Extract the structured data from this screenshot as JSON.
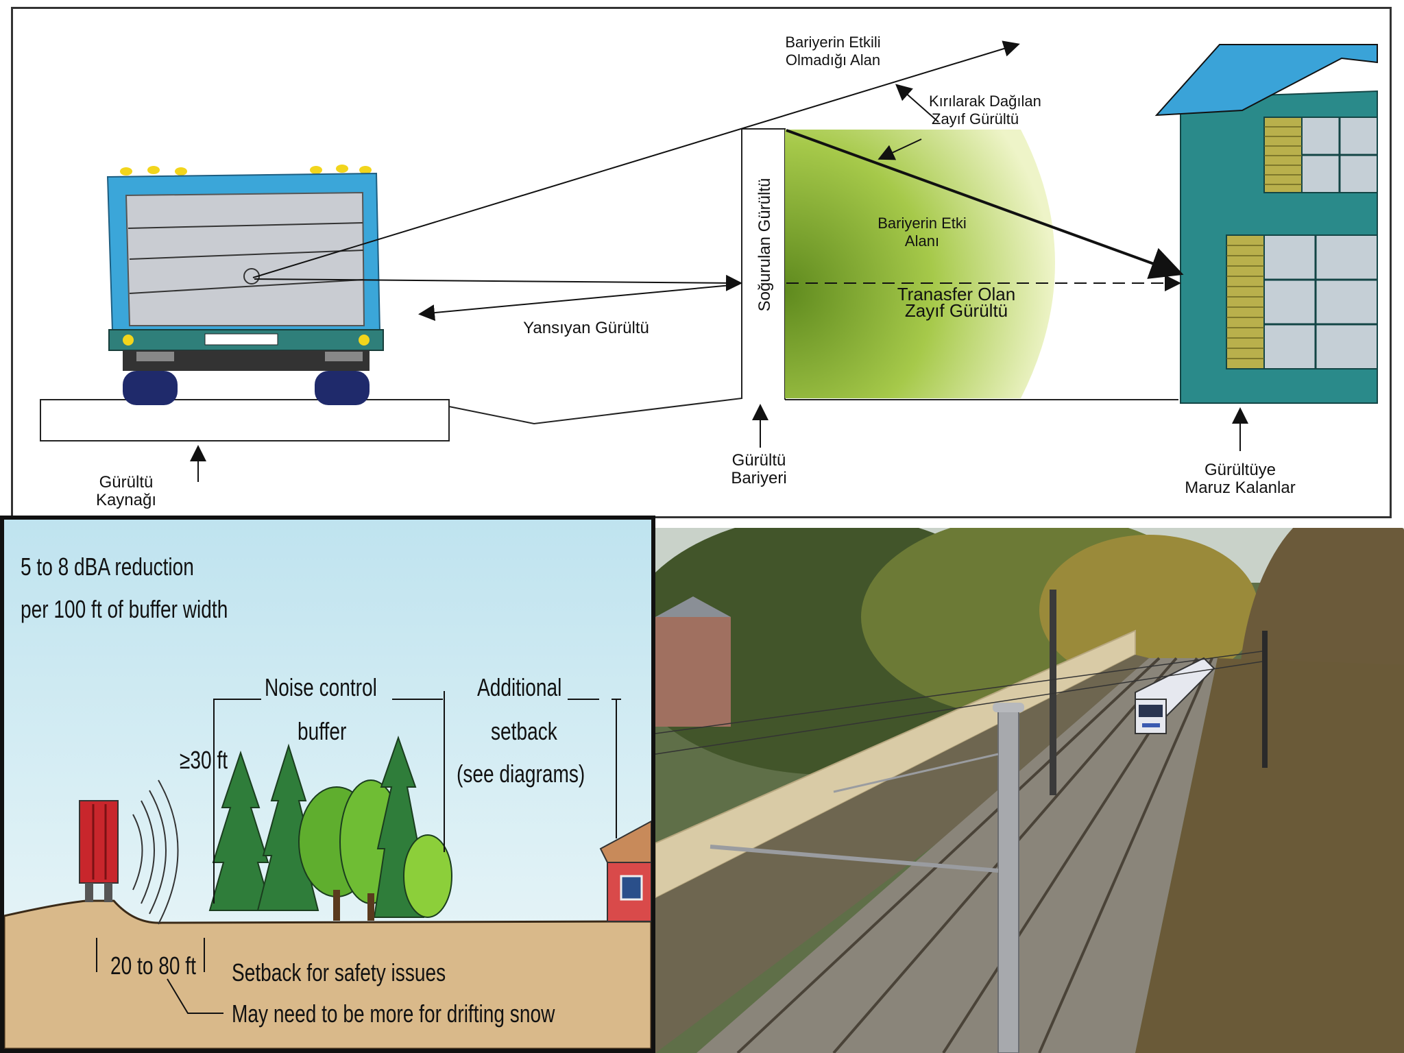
{
  "top_diagram": {
    "labels": {
      "ineffective_area_1": "Bariyerin Etkili",
      "ineffective_area_2": "Olmadığı Alan",
      "diffracted_1": "Kırılarak Dağılan",
      "diffracted_2": "Zayıf Gürültü",
      "effect_area_1": "Bariyerin Etki",
      "effect_area_2": "Alanı",
      "transferred_1": "Tranasfer Olan",
      "transferred_2": "Zayıf Gürültü",
      "absorbed": "Soğurulan Gürültü",
      "reflected": "Yansıyan Gürültü",
      "source_1": "Gürültü",
      "source_2": "Kaynağı",
      "barrier_1": "Gürültü",
      "barrier_2": "Bariyeri",
      "exposed_1": "Gürültüye",
      "exposed_2": "Maruz Kalanlar"
    },
    "colors": {
      "truck_blue": "#3ba6d9",
      "truck_gray": "#c9ccd2",
      "bumper": "#2f7f7a",
      "wheel": "#1f2a6b",
      "light_yellow": "#f2d51c",
      "gradient_green": "#a6c94a",
      "house_teal": "#2a8a8a",
      "roof_blue": "#3aa3d8",
      "shutter_olive": "#b9b04c"
    }
  },
  "buffer_diagram": {
    "reduction_line1": "5 to 8 dBA reduction",
    "reduction_line2": "per 100 ft of buffer width",
    "noise_control_1": "Noise control",
    "noise_control_2": "buffer",
    "additional_1": "Additional",
    "additional_2": "setback",
    "additional_3": "(see diagrams)",
    "height": "≥30 ft",
    "distance": "20 to 80 ft",
    "setback_safety": "Setback for safety issues",
    "drifting_snow": "May need to be more for drifting snow"
  }
}
